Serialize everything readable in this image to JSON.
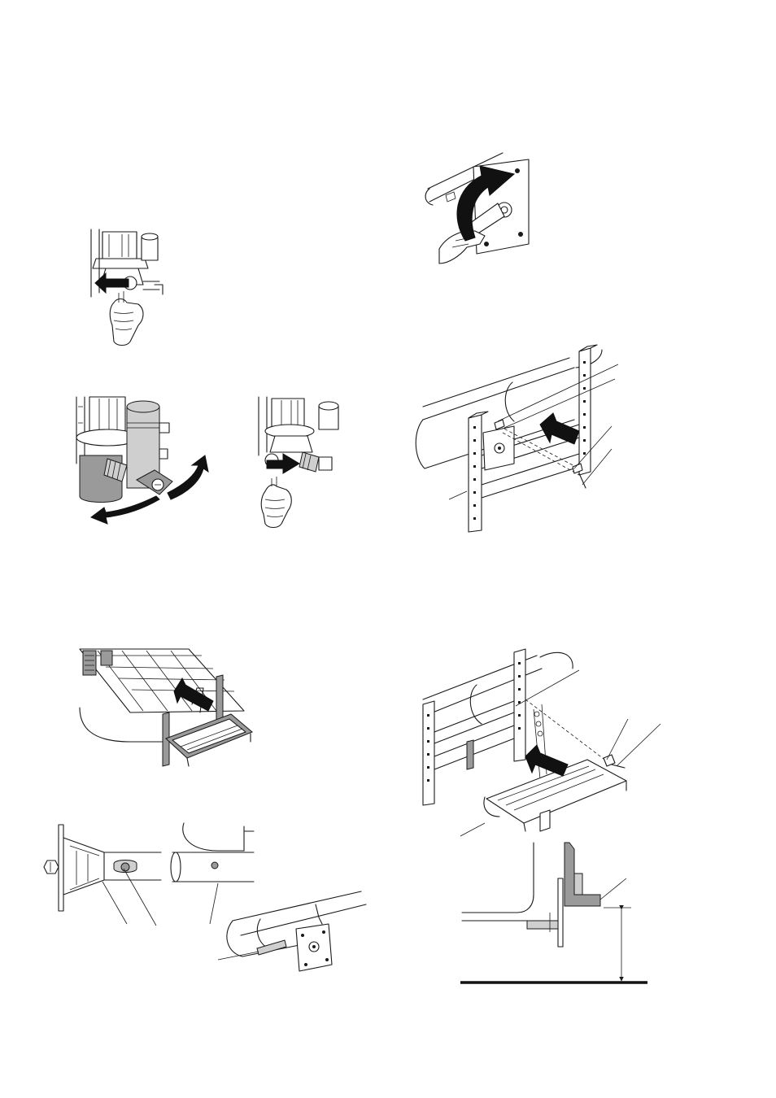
{
  "page": {
    "background": "#ffffff",
    "ink": "#1a1a1a",
    "shade": "#9a9a9a"
  },
  "figures": [
    {
      "id": "fig-open-valve",
      "icon": "hand-valve-push-left-icon"
    },
    {
      "id": "fig-wrench-rotate",
      "icon": "wrench-rotate-icon"
    },
    {
      "id": "fig-turn-valve",
      "icon": "valve-turn-arrows-icon"
    },
    {
      "id": "fig-close-valve",
      "icon": "hand-valve-push-right-icon"
    },
    {
      "id": "fig-uprights-mount",
      "icon": "rack-uprights-icon"
    },
    {
      "id": "fig-tray-install",
      "icon": "tray-install-icon"
    },
    {
      "id": "fig-tray-mount",
      "icon": "tray-mount-icon"
    },
    {
      "id": "fig-tray-assembly",
      "icon": "tray-assembly-icon"
    },
    {
      "id": "fig-bracket-detail",
      "icon": "bracket-detail-icon"
    },
    {
      "id": "fig-height-section",
      "icon": "height-dimension-icon"
    }
  ]
}
